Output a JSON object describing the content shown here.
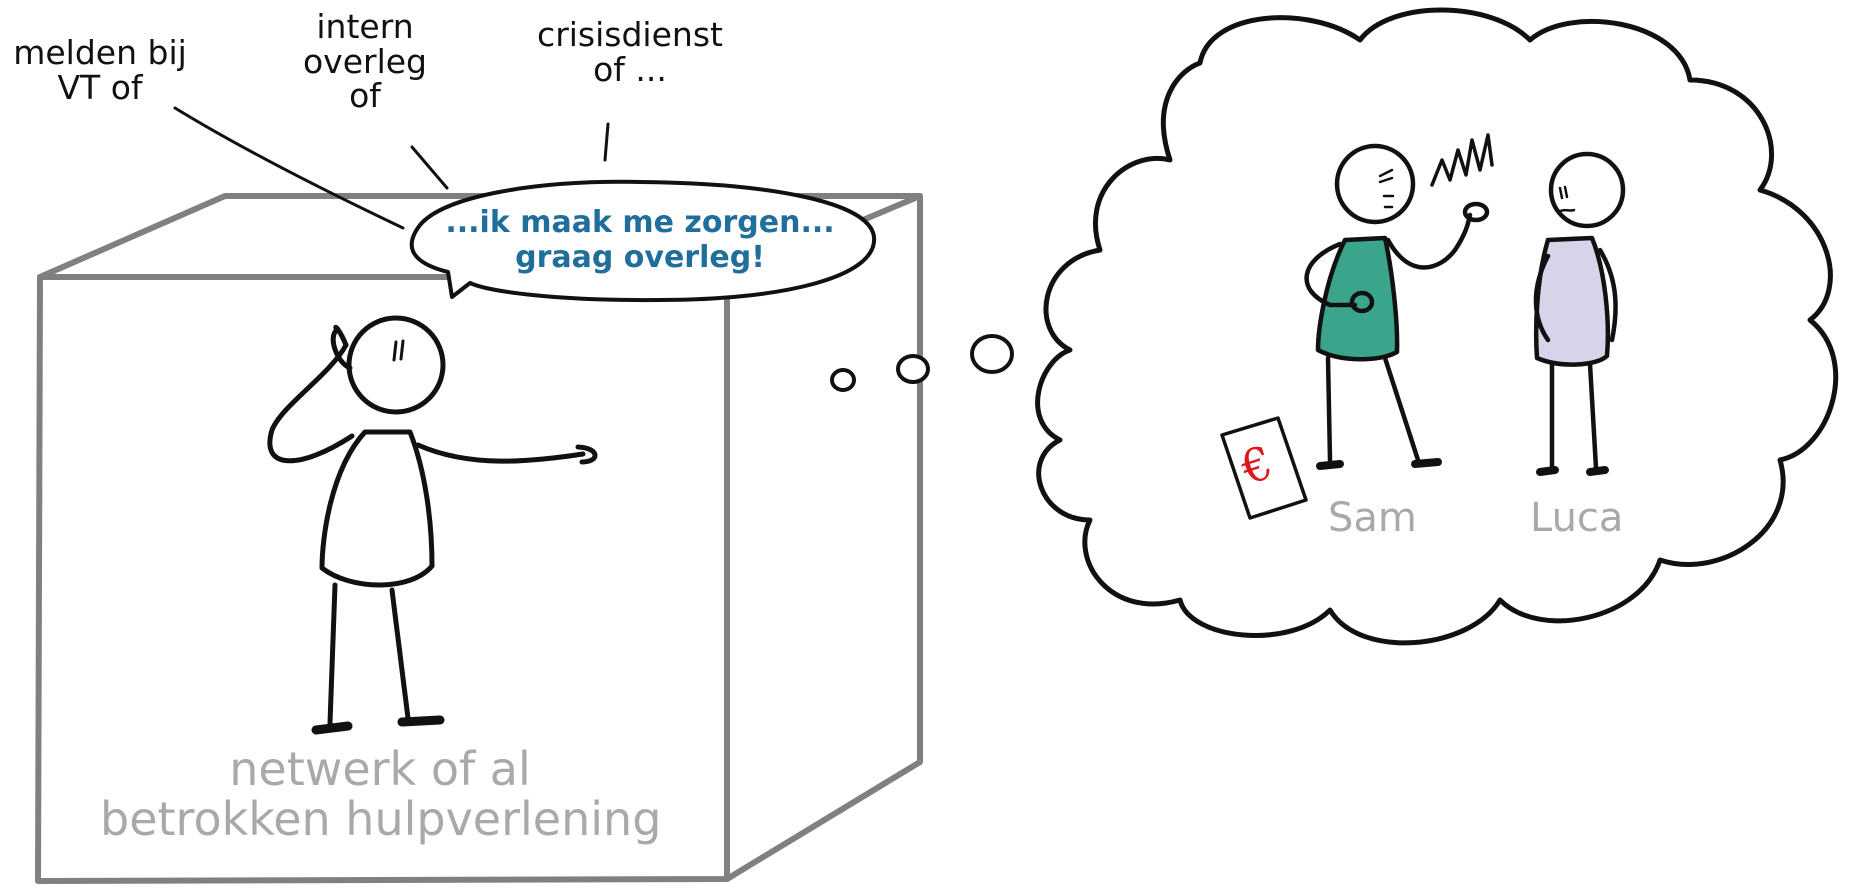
{
  "labels": {
    "melden_line1": "melden bij",
    "melden_line2": "VT of",
    "intern_line1": "intern",
    "intern_line2": "overleg",
    "intern_line3": "of",
    "crisis_line1": "crisisdienst",
    "crisis_line2": "of ..."
  },
  "speech_bubble": {
    "line1": "...ik maak me zorgen...",
    "line2": "graag overleg!"
  },
  "box_caption": {
    "line1": "netwerk of al",
    "line2": "betrokken hulpverlening"
  },
  "thought_bubble": {
    "person_left_name": "Sam",
    "person_right_name": "Luca",
    "money_symbol": "€"
  },
  "colors": {
    "box_stroke": "#808080",
    "ink": "#111111",
    "bubble_text": "#1f6e9c",
    "caption_gray": "#a9a9a9",
    "sam_shirt": "#3aa58c",
    "luca_shirt": "#d6d4e8",
    "euro_red": "#e0151b"
  }
}
